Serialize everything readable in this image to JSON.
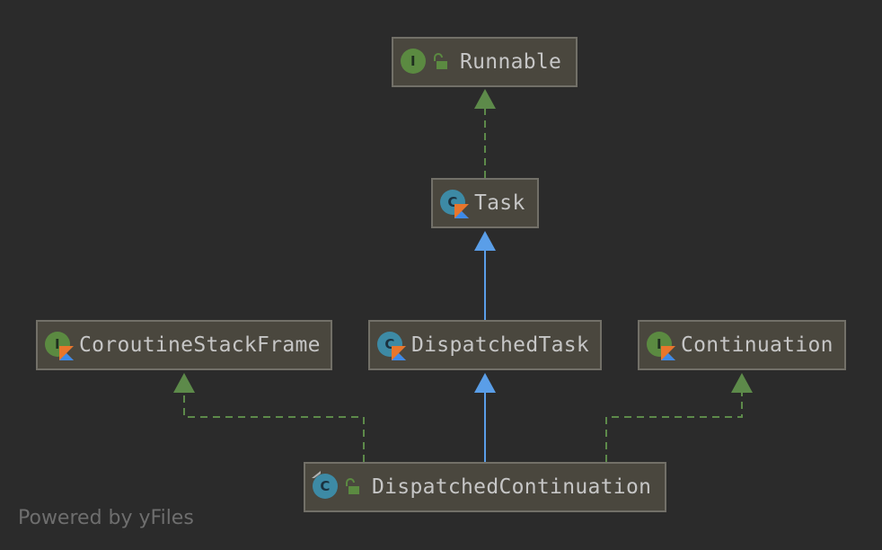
{
  "diagram": {
    "nodes": {
      "runnable": {
        "label": "Runnable",
        "kind": "interface",
        "visibility": "public"
      },
      "task": {
        "label": "Task",
        "kind": "kotlin-abstract-class"
      },
      "coroutine_stack_frame": {
        "label": "CoroutineStackFrame",
        "kind": "kotlin-interface"
      },
      "dispatched_task": {
        "label": "DispatchedTask",
        "kind": "kotlin-abstract-class"
      },
      "continuation": {
        "label": "Continuation",
        "kind": "kotlin-interface"
      },
      "dispatched_continuation": {
        "label": "DispatchedContinuation",
        "kind": "final-class",
        "visibility": "public"
      }
    },
    "edges": [
      {
        "from": "Task",
        "to": "Runnable",
        "type": "implements"
      },
      {
        "from": "DispatchedTask",
        "to": "Task",
        "type": "extends"
      },
      {
        "from": "DispatchedContinuation",
        "to": "DispatchedTask",
        "type": "extends"
      },
      {
        "from": "DispatchedContinuation",
        "to": "CoroutineStackFrame",
        "type": "implements"
      },
      {
        "from": "DispatchedContinuation",
        "to": "Continuation",
        "type": "implements"
      }
    ],
    "colors": {
      "implements": "#5d8a4a",
      "extends": "#5a9ee8",
      "node_fill": "#4a473e",
      "background": "#2b2b2b"
    }
  },
  "footer": {
    "text": "Powered by yFiles"
  }
}
